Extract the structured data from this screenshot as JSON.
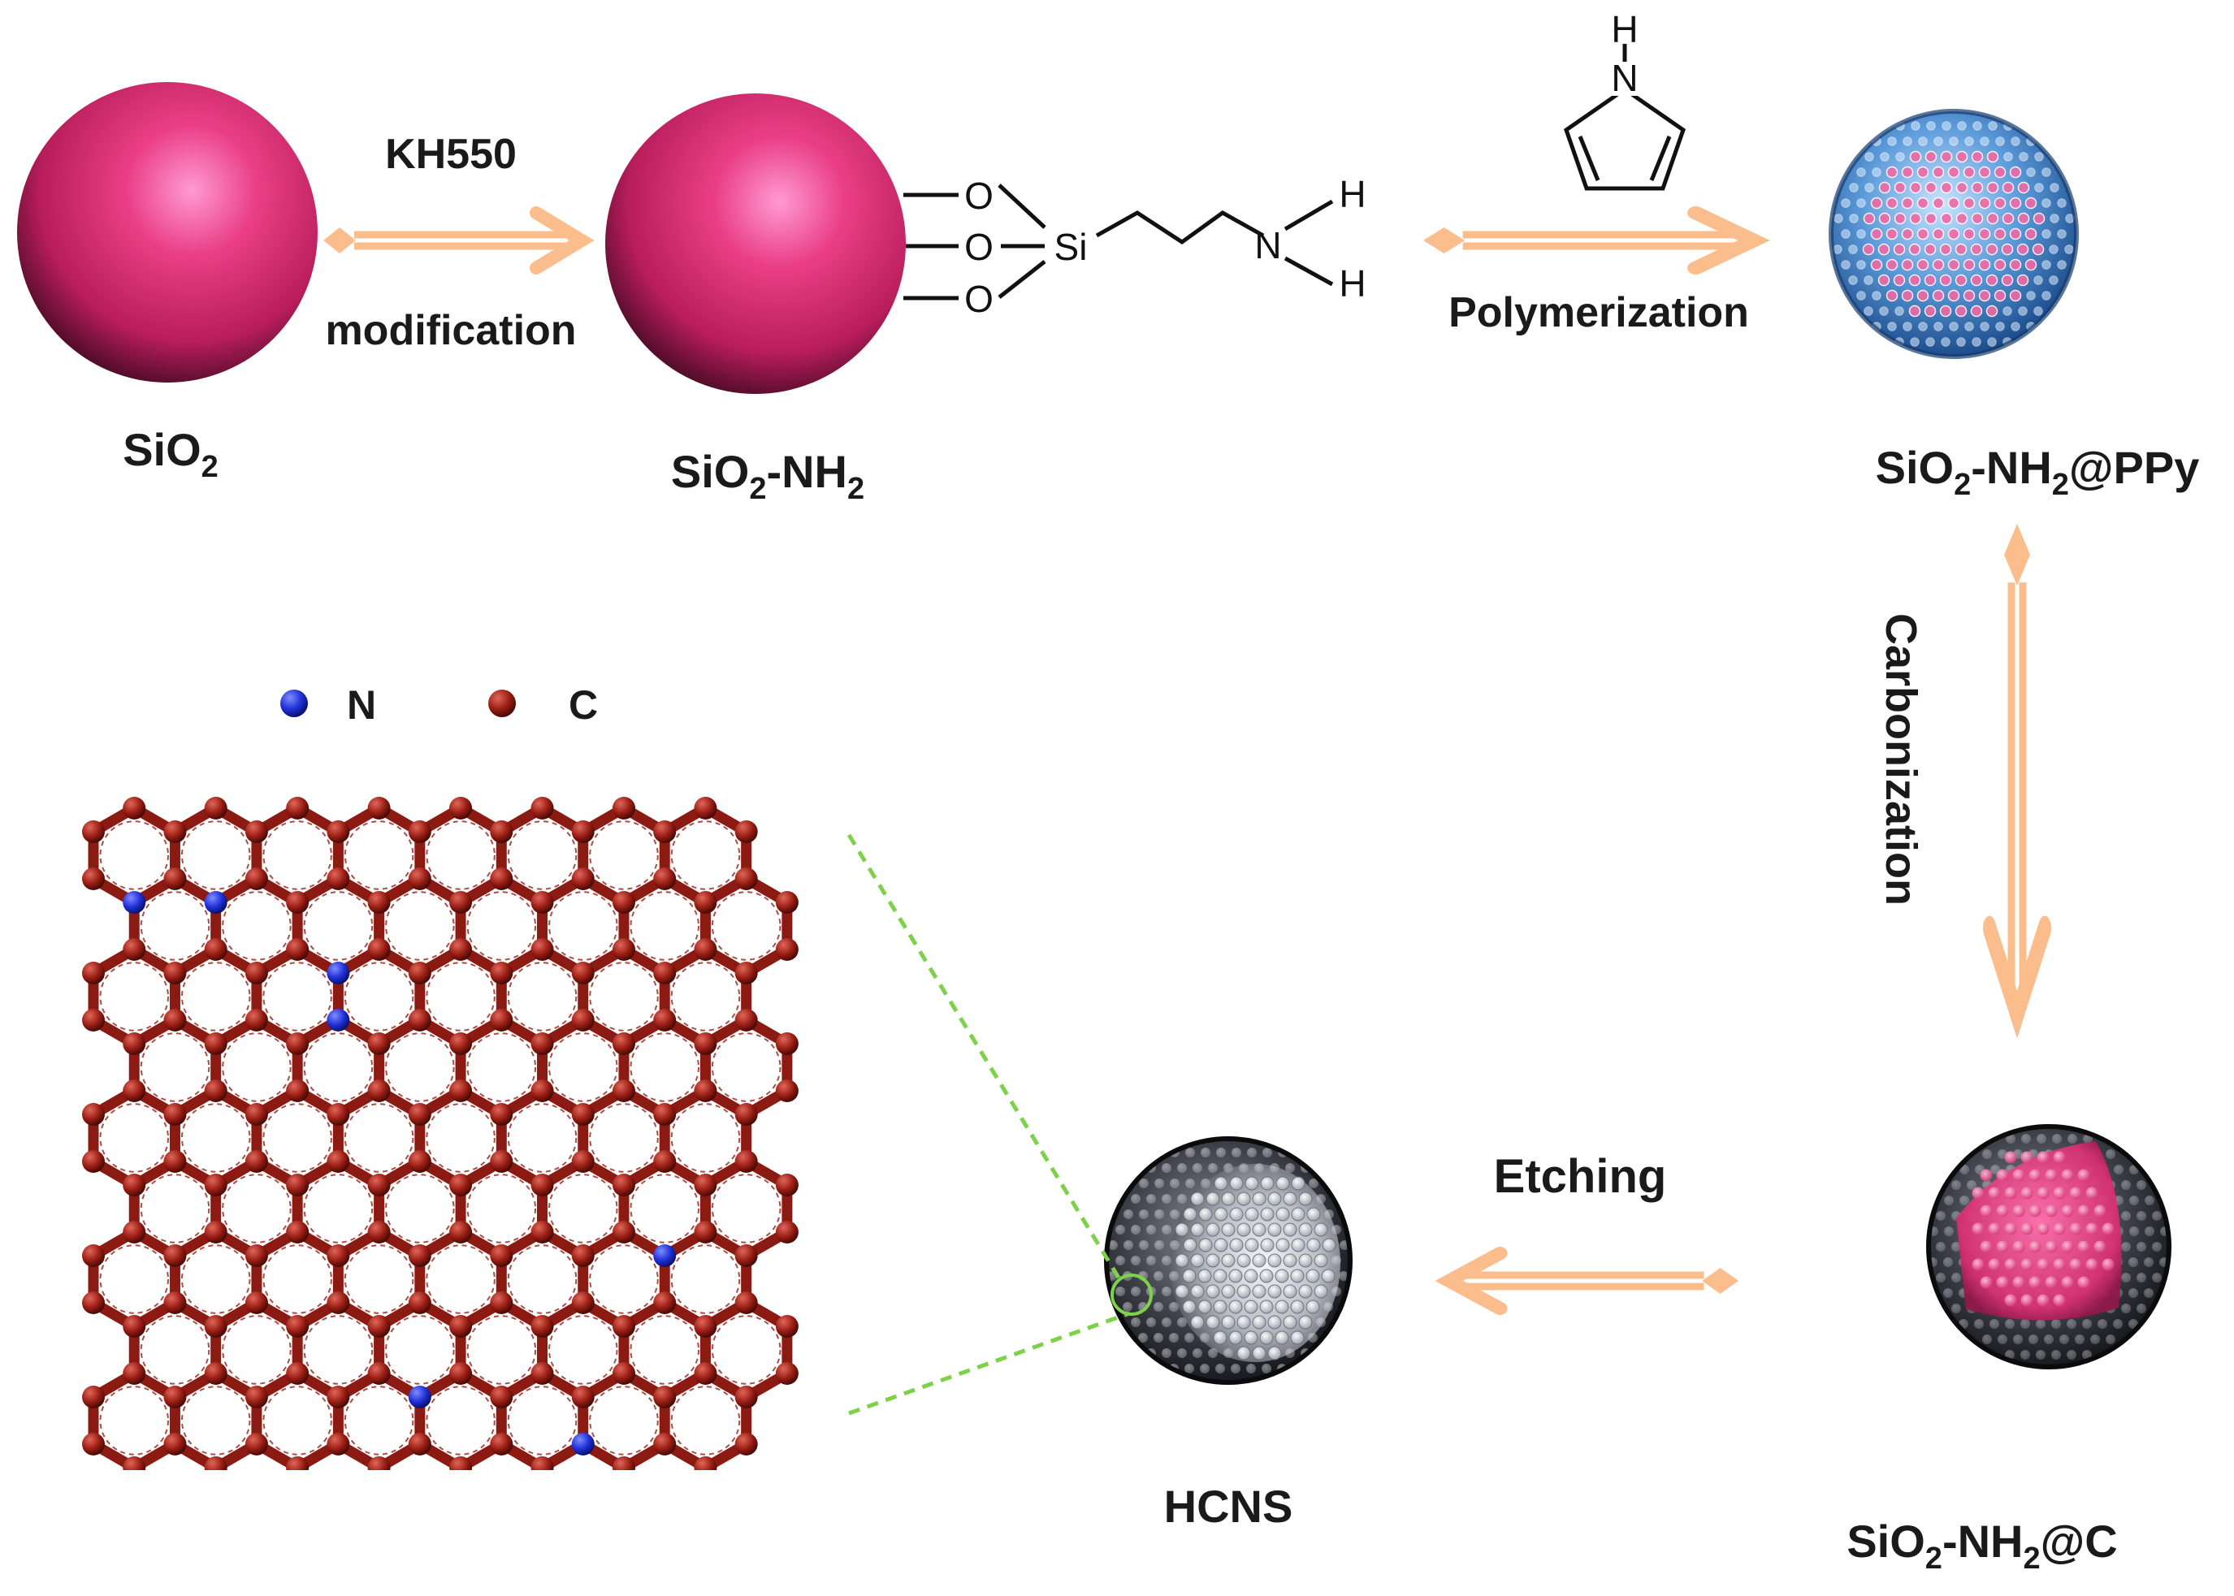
{
  "labels": {
    "sio2": "SiO",
    "sio2_sub": "2",
    "sio2nh2_a": "SiO",
    "sio2nh2_sub1": "2",
    "sio2nh2_b": "-NH",
    "sio2nh2_sub2": "2",
    "ppy_a": "SiO",
    "ppy_sub1": "2",
    "ppy_b": "-NH",
    "ppy_sub2": "2",
    "ppy_c": "@PPy",
    "c_a": "SiO",
    "c_sub1": "2",
    "c_b": "-NH",
    "c_sub2": "2",
    "c_c": "@C",
    "hcns": "HCNS"
  },
  "steps": {
    "step1_top": "KH550",
    "step1_bottom": "modification",
    "step2": "Polymerization",
    "step3": "Carbonization",
    "step4": "Etching"
  },
  "chem": {
    "o1": "O",
    "o2": "O",
    "o3": "O",
    "si": "Si",
    "n": "N",
    "h1": "H",
    "h2": "H",
    "pyrrole_n": "N",
    "pyrrole_h": "H"
  },
  "legend": {
    "n_label": "N",
    "c_label": "C",
    "n_color": "#1f2fd6",
    "c_color": "#8b1a12"
  },
  "colors": {
    "silica_pink": "#e8357a",
    "arrow": "#fbbd8c",
    "shell_blue": "#3a78c0",
    "shell_black": "#2a2a2e",
    "zoom_line": "#7ed14a"
  },
  "icons": {
    "sphere": "sphere-icon",
    "arrow": "double-arrow-icon",
    "pyrrole": "pyrrole-ring-icon",
    "lattice": "graphene-lattice-icon"
  }
}
